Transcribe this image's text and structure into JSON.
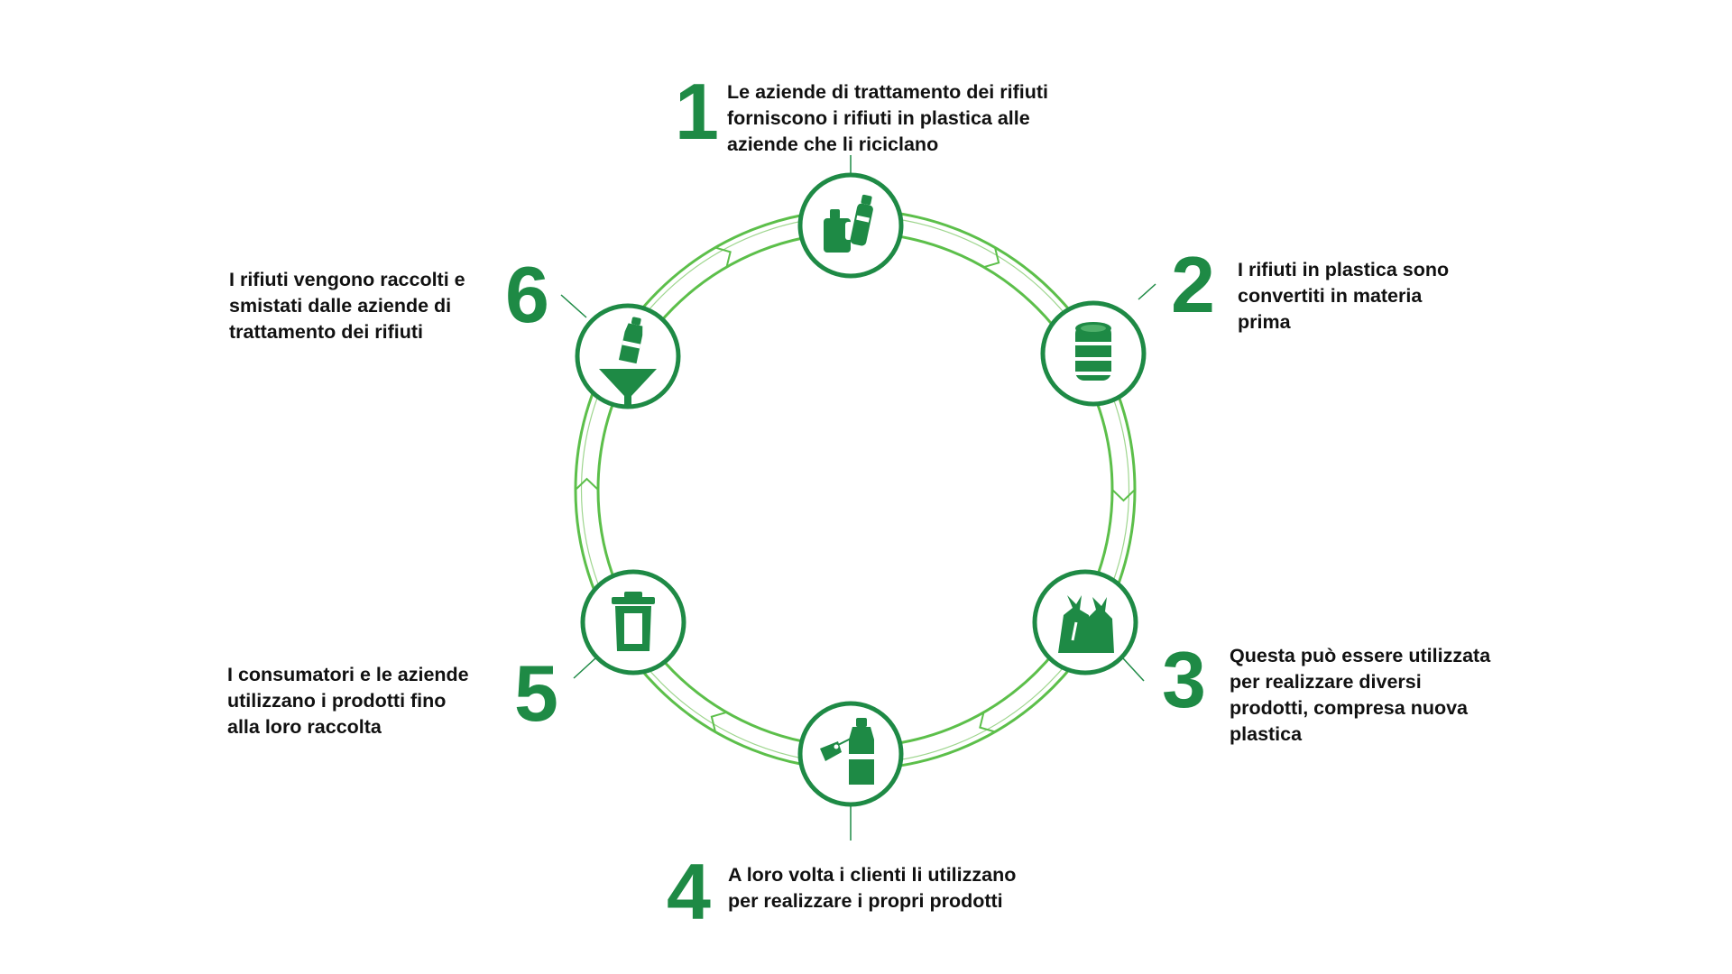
{
  "colors": {
    "accent": "#1e8a45",
    "ring_line": "#5cbf4a",
    "text": "#111111",
    "background": "#ffffff"
  },
  "steps": [
    {
      "number": "1",
      "text": "Le aziende di trattamento dei rifiuti\nforniscono i rifiuti in plastica alle\naziende che li riciclano",
      "icon": "plastic-containers-icon"
    },
    {
      "number": "2",
      "text": "I rifiuti in plastica sono\nconvertiti in materia\nprima",
      "icon": "barrel-icon"
    },
    {
      "number": "3",
      "text": "Questa può essere utilizzata\nper realizzare diversi\nprodotti, compresa nuova\nplastica",
      "icon": "plastic-bags-icon"
    },
    {
      "number": "4",
      "text": "A loro volta i clienti li utilizzano\nper realizzare i propri prodotti",
      "icon": "bottle-with-tag-icon"
    },
    {
      "number": "5",
      "text": "I consumatori e le aziende\nutilizzano i prodotti fino\nalla loro raccolta",
      "icon": "trash-bin-icon"
    },
    {
      "number": "6",
      "text": "I rifiuti vengono raccolti e\nsmistati dalle aziende di\ntrattamento dei rifiuti",
      "icon": "bottle-funnel-icon"
    }
  ]
}
